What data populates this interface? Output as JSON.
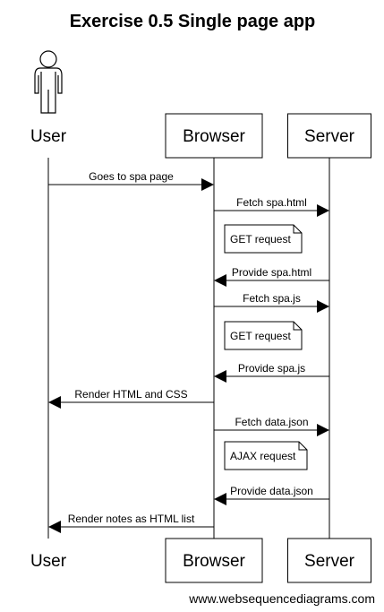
{
  "title": "Exercise 0.5 Single page app",
  "participants": [
    {
      "id": "user",
      "label": "User",
      "style": "actor"
    },
    {
      "id": "browser",
      "label": "Browser",
      "style": "box"
    },
    {
      "id": "server",
      "label": "Server",
      "style": "box"
    }
  ],
  "events": [
    {
      "type": "message",
      "from": "user",
      "to": "browser",
      "label": "Goes to spa page"
    },
    {
      "type": "message",
      "from": "browser",
      "to": "server",
      "label": "Fetch spa.html"
    },
    {
      "type": "note",
      "over": "browser",
      "label": "GET request"
    },
    {
      "type": "message",
      "from": "server",
      "to": "browser",
      "label": "Provide spa.html"
    },
    {
      "type": "message",
      "from": "browser",
      "to": "server",
      "label": "Fetch spa.js"
    },
    {
      "type": "note",
      "over": "browser",
      "label": "GET request"
    },
    {
      "type": "message",
      "from": "server",
      "to": "browser",
      "label": "Provide spa.js"
    },
    {
      "type": "message",
      "from": "browser",
      "to": "user",
      "label": "Render HTML and CSS"
    },
    {
      "type": "message",
      "from": "browser",
      "to": "server",
      "label": "Fetch data.json"
    },
    {
      "type": "note",
      "over": "browser",
      "label": "AJAX request"
    },
    {
      "type": "message",
      "from": "server",
      "to": "browser",
      "label": "Provide data.json"
    },
    {
      "type": "message",
      "from": "browser",
      "to": "user",
      "label": "Render notes as HTML list"
    }
  ],
  "watermark": "www.websequencediagrams.com"
}
